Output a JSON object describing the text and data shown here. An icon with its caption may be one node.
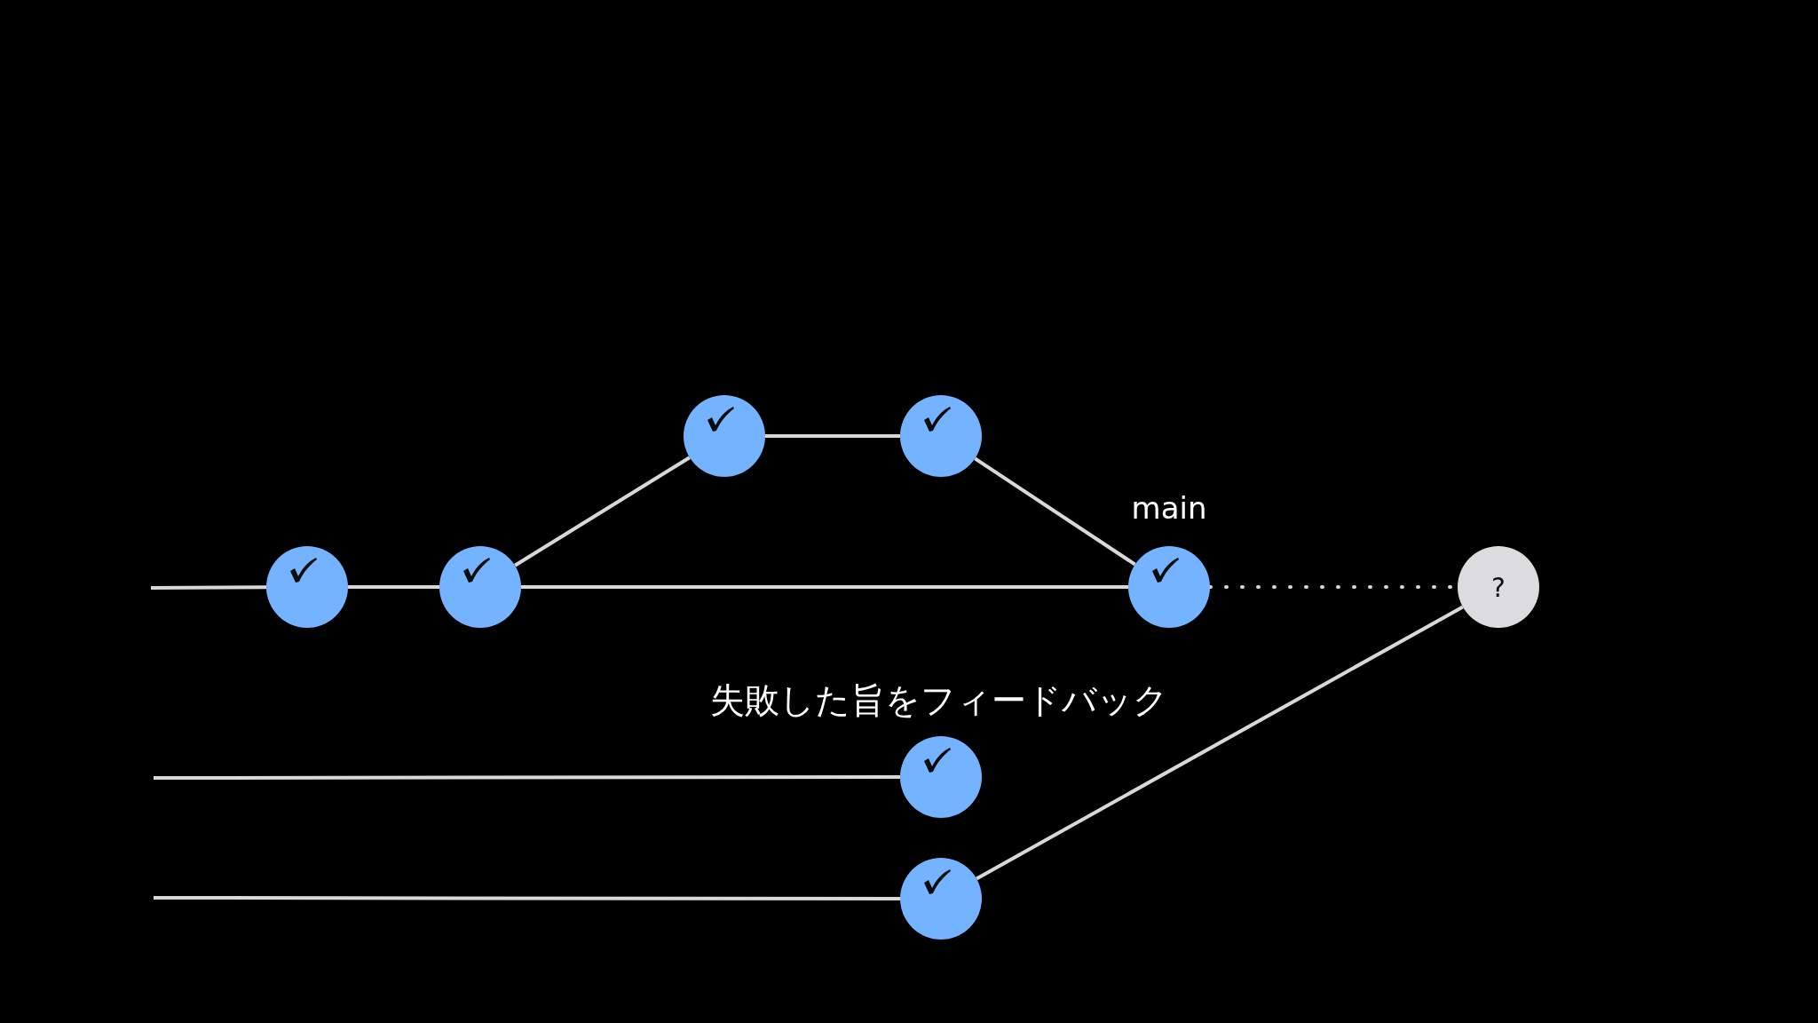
{
  "diagram": {
    "nodes": [
      {
        "text": [],
        "shape": "circle"
      },
      {
        "text": [],
        "shape": "circle"
      },
      {
        "text": [],
        "shape": "circle"
      },
      {
        "text": [],
        "shape": "circle"
      },
      {
        "text": [],
        "shape": "circle",
        "beside": [
          "main"
        ]
      },
      {
        "text": [
          "?"
        ]
      },
      {
        "text": [],
        "shape": "circle",
        "beside": [
          "失敗した旨をフィードバック"
        ]
      },
      {
        "text": [],
        "shape": "circle"
      }
    ],
    "edges": [
      {
        "from": null,
        "to": 0,
        "arrow": "none"
      },
      {
        "from": 0,
        "to": 1,
        "arrow": "none"
      },
      {
        "from": 1,
        "to": 2,
        "arrow": "none"
      },
      {
        "from": 2,
        "to": 3,
        "arrow": "none"
      },
      {
        "from": 3,
        "to": 4,
        "arrow": "none"
      },
      {
        "from": 1,
        "to": 4,
        "arrow": "none"
      },
      {
        "from": 4,
        "to": 5,
        "arrow": "none",
        "style": "dashed"
      },
      {
        "from": null,
        "to": 6,
        "arrow": "none"
      },
      {
        "from": null,
        "to": 7,
        "arrow": "none"
      },
      {
        "from": 7,
        "to": 5,
        "arrow": "none"
      }
    ]
  }
}
